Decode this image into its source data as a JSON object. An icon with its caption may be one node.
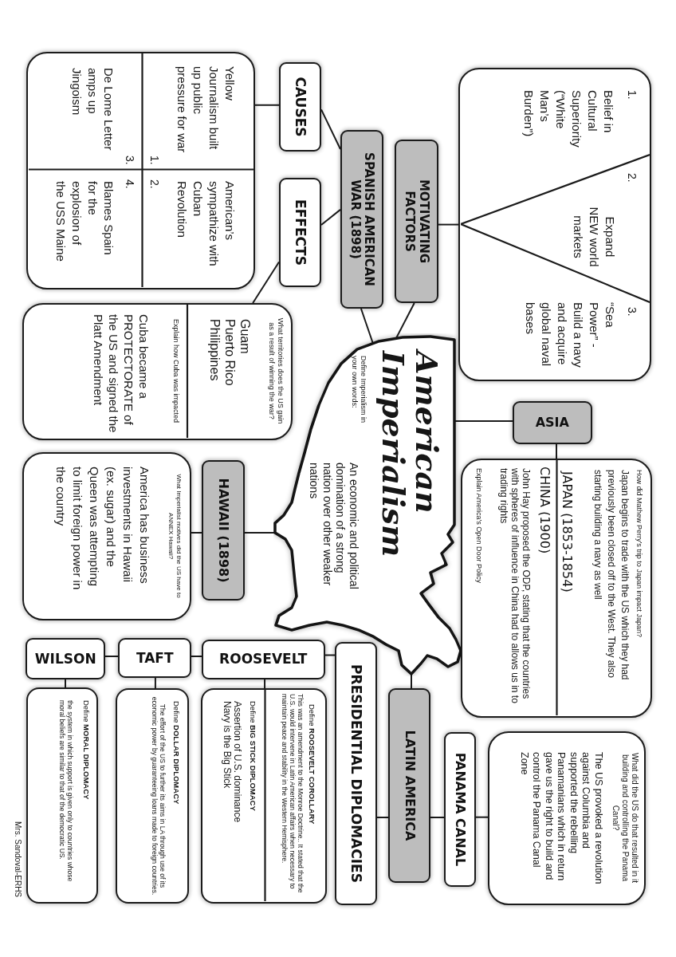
{
  "diagram": {
    "nodes": [
      {
        "text": [
          "American Imperialism",
          "Define Imperialism in your own words:",
          "An economic and political domination of a strong nation over other weaker nations"
        ]
      },
      {
        "text": [
          "MOTIVATING FACTORS"
        ]
      },
      {
        "text": [
          "1.",
          "Belief in Cultural Superiority (“White Man’s Burden”)",
          "2.",
          "Expand NEW world markets",
          "3.",
          "“Sea Power” -Build a navy and acquire global naval bases"
        ]
      },
      {
        "text": [
          "SPANISH AMERICAN WAR (1898)"
        ]
      },
      {
        "text": [
          "CAUSES"
        ]
      },
      {
        "text": [
          "1.",
          "Yellow Journalism built up public pressure for war",
          "2.",
          "American’s sympathize with Cuban Revolution",
          "3.",
          "De Lome Letter amps up Jingoism",
          "4.",
          "Blames Spain for the explosion of the USS Maine"
        ]
      },
      {
        "text": [
          "EFFECTS"
        ]
      },
      {
        "text": [
          "What territories does the US gain as a result of winning the war?",
          "Guam",
          "Puerto Rico",
          "Philippines",
          "Explain how Cuba was impacted",
          "Cuba became a PROTECTORATE of the US and signed the Platt Amendment"
        ]
      },
      {
        "text": [
          "ASIA"
        ]
      },
      {
        "text": [
          "How did Mathew Perry’s trip to Japan impact Japan?",
          "Japan begins to trade with the US which they had previously been closed off to the West. They also starting building a navy as well",
          "JAPAN (1853-1854)",
          "CHINA (1900)",
          "John Hay proposed the ODP, stating that the countries with spheres of influence in China had to allows us in to trading rights",
          "Explain America’s Open Door Policy"
        ]
      },
      {
        "text": [
          "HAWAII (1898)"
        ]
      },
      {
        "text": [
          "What Imperialist motives did the US have to ANNEX Hawaii?",
          "America has business investments in Hawaii (ex. sugar) and the Queen was attempting to limit foreign power in the country"
        ]
      },
      {
        "text": [
          "LATIN AMERICA"
        ]
      },
      {
        "text": [
          "PANAMA CANAL"
        ]
      },
      {
        "text": [
          "What did the US do that resulted in it building and controlling the Panama Canal?",
          "The US provoked a revolution against Columbia and supported the rebelling Panamanians which in return gave us the right to build and control the Panama Canal Zone"
        ]
      },
      {
        "text": [
          "PRESIDENTIAL DIPLOMACIES"
        ]
      },
      {
        "text": [
          "ROOSEVELT"
        ]
      },
      {
        "text": [
          "Define **ROOSEVELT COROLLARY**",
          "This was an amendment to the Monroe Doctrine.. It stated that the U.S. would intervene in Latin American affairs when necessary to maintain peace and stability in the Western Hemisphere.",
          "Define **BIG STICK DIPLOMACY**",
          "Assertion of U.S. dominance Navy is the Big Stick"
        ]
      },
      {
        "text": [
          "TAFT"
        ]
      },
      {
        "text": [
          "Define **DOLLAR DIPLOMACY**",
          "The effort of the US to further its aims in LA through use of its economic power by guaranteeing loans made to foreign countries."
        ]
      },
      {
        "text": [
          "WILSON"
        ]
      },
      {
        "text": [
          "Define **MORAL DIPLOMACY**",
          "the system in which support is given only to countries whose moral beliefs are similar to that of the democratic US."
        ]
      }
    ],
    "edges": [
      {
        "from": 0,
        "to": 1,
        "arrow": "none"
      },
      {
        "from": 1,
        "to": 2,
        "arrow": "none"
      },
      {
        "from": 0,
        "to": 3,
        "arrow": "none"
      },
      {
        "from": 3,
        "to": 4,
        "arrow": "none"
      },
      {
        "from": 4,
        "to": 5,
        "arrow": "none"
      },
      {
        "from": 3,
        "to": 6,
        "arrow": "none"
      },
      {
        "from": 6,
        "to": 7,
        "arrow": "none"
      },
      {
        "from": 0,
        "to": 8,
        "arrow": "none"
      },
      {
        "from": 8,
        "to": 9,
        "arrow": "none"
      },
      {
        "from": 0,
        "to": 10,
        "arrow": "none"
      },
      {
        "from": 10,
        "to": 11,
        "arrow": "none"
      },
      {
        "from": 0,
        "to": 12,
        "arrow": "none"
      },
      {
        "from": 12,
        "to": 13,
        "arrow": "none"
      },
      {
        "from": 13,
        "to": 14,
        "arrow": "none"
      },
      {
        "from": 12,
        "to": 15,
        "arrow": "none"
      },
      {
        "from": 15,
        "to": 16,
        "arrow": "none"
      },
      {
        "from": 16,
        "to": 17,
        "arrow": "none"
      },
      {
        "from": 16,
        "to": 18,
        "arrow": "none"
      },
      {
        "from": 18,
        "to": 19,
        "arrow": "none"
      },
      {
        "from": 18,
        "to": 20,
        "arrow": "none"
      },
      {
        "from": 20,
        "to": 21,
        "arrow": "none"
      }
    ],
    "labels": [
      "Mrs. Sandoval-ERHS"
    ]
  }
}
